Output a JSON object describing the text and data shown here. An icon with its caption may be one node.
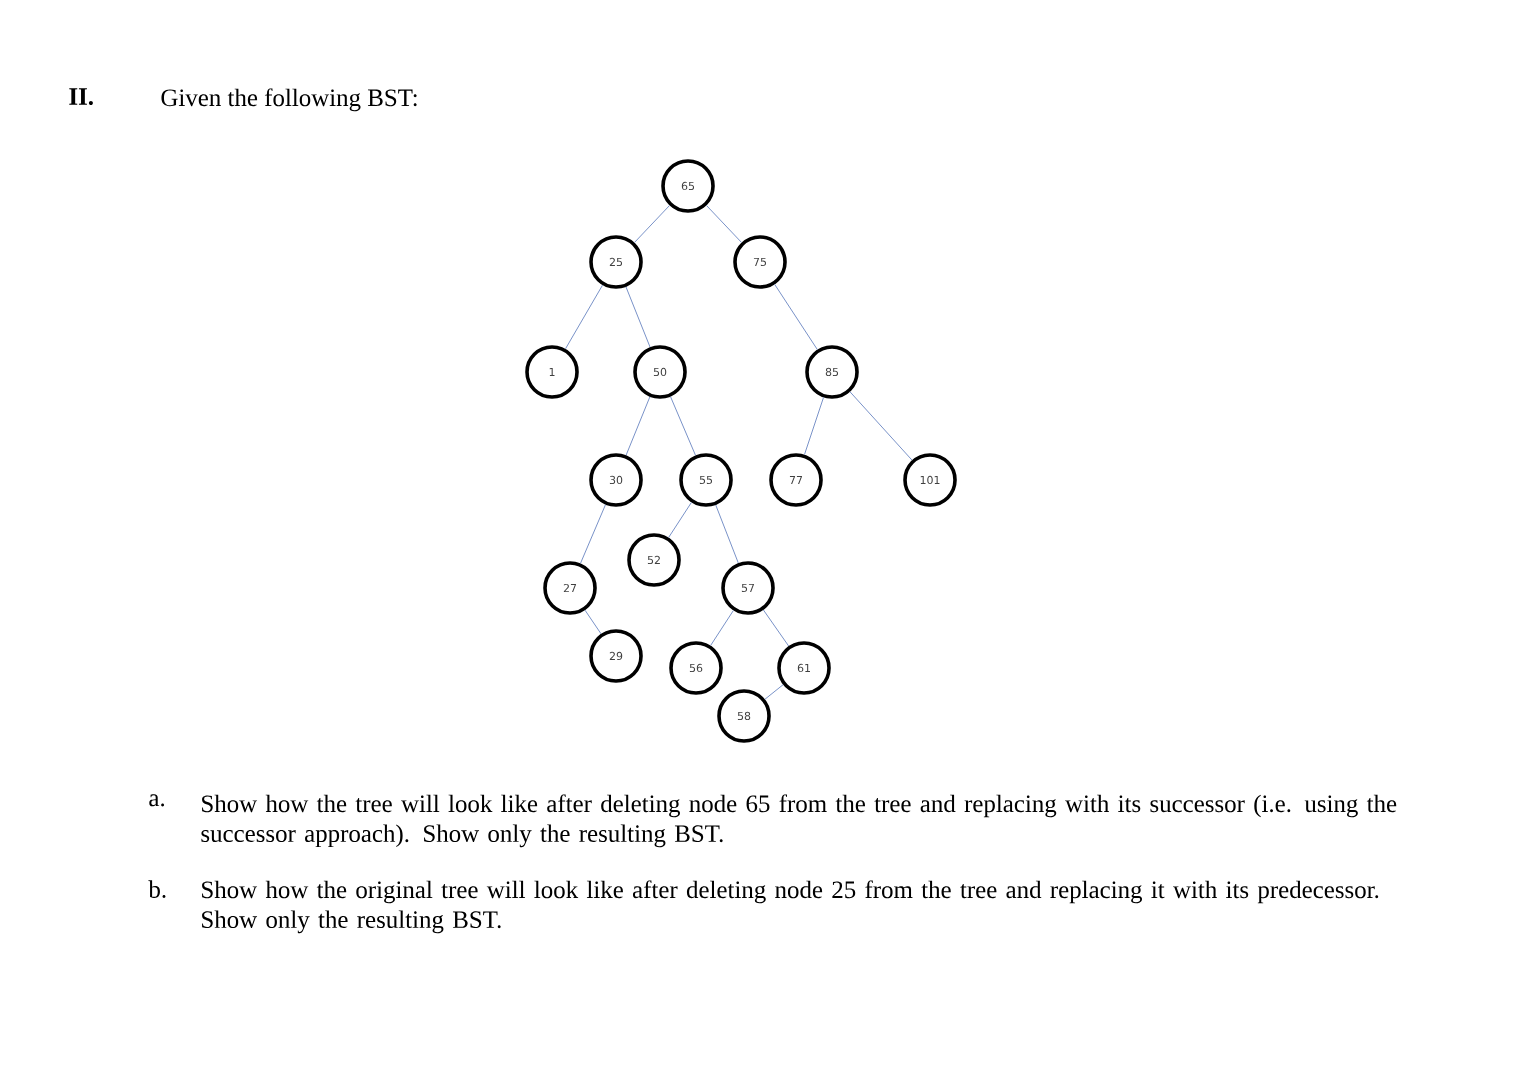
{
  "diagram": {
    "nodes": [
      {
        "text": [
          "65"
        ]
      },
      {
        "text": [
          "25"
        ]
      },
      {
        "text": [
          "75"
        ]
      },
      {
        "text": [
          "1"
        ]
      },
      {
        "text": [
          "50"
        ]
      },
      {
        "text": [
          "85"
        ]
      },
      {
        "text": [
          "30"
        ]
      },
      {
        "text": [
          "55"
        ]
      },
      {
        "text": [
          "77"
        ]
      },
      {
        "text": [
          "101"
        ]
      },
      {
        "text": [
          "52"
        ]
      },
      {
        "text": [
          "27"
        ]
      },
      {
        "text": [
          "57"
        ]
      },
      {
        "text": [
          "29"
        ]
      },
      {
        "text": [
          "56"
        ]
      },
      {
        "text": [
          "61"
        ]
      },
      {
        "text": [
          "58"
        ]
      }
    ],
    "edges": [
      {
        "from": 0,
        "to": 1,
        "arrow": "none"
      },
      {
        "from": 0,
        "to": 2,
        "arrow": "none"
      },
      {
        "from": 1,
        "to": 3,
        "arrow": "none"
      },
      {
        "from": 1,
        "to": 4,
        "arrow": "none"
      },
      {
        "from": 2,
        "to": 5,
        "arrow": "none"
      },
      {
        "from": 4,
        "to": 6,
        "arrow": "none"
      },
      {
        "from": 4,
        "to": 7,
        "arrow": "none"
      },
      {
        "from": 5,
        "to": 8,
        "arrow": "none"
      },
      {
        "from": 5,
        "to": 9,
        "arrow": "none"
      },
      {
        "from": 6,
        "to": 11,
        "arrow": "none"
      },
      {
        "from": 7,
        "to": 10,
        "arrow": "none"
      },
      {
        "from": 7,
        "to": 12,
        "arrow": "none"
      },
      {
        "from": 11,
        "to": 13,
        "arrow": "none"
      },
      {
        "from": 12,
        "to": 14,
        "arrow": "none"
      },
      {
        "from": 12,
        "to": 15,
        "arrow": "none"
      },
      {
        "from": 15,
        "to": 16,
        "arrow": "none"
      }
    ],
    "labels": [
      "II.",
      "Given the following BST:",
      "a.",
      "Show how the tree will look like after deleting node 65 from the tree and replacing with its successor (i.e. using the successor approach). Show only the resulting BST.",
      "b.",
      "Show how the original tree will look like after deleting node 25 from the tree and replacing it with its predecessor. Show only the resulting BST."
    ]
  }
}
